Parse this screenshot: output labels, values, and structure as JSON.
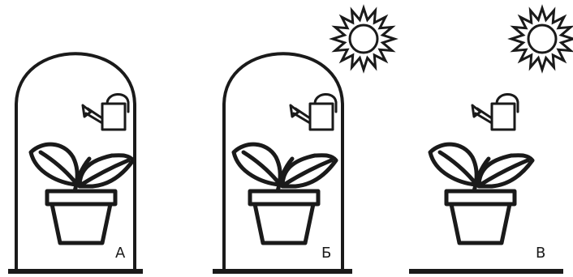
{
  "panels": [
    {
      "id": "a",
      "label": "А",
      "has_dome": true,
      "has_sun": false,
      "has_watering_can": true
    },
    {
      "id": "b",
      "label": "Б",
      "has_dome": true,
      "has_sun": true,
      "has_watering_can": true
    },
    {
      "id": "c",
      "label": "В",
      "has_dome": false,
      "has_sun": true,
      "has_watering_can": true
    }
  ],
  "colors": {
    "stroke": "#1a1a1a",
    "background": "#ffffff"
  },
  "icons": [
    "sun-icon",
    "watering-can-icon",
    "potted-plant-icon",
    "glass-dome-icon"
  ]
}
